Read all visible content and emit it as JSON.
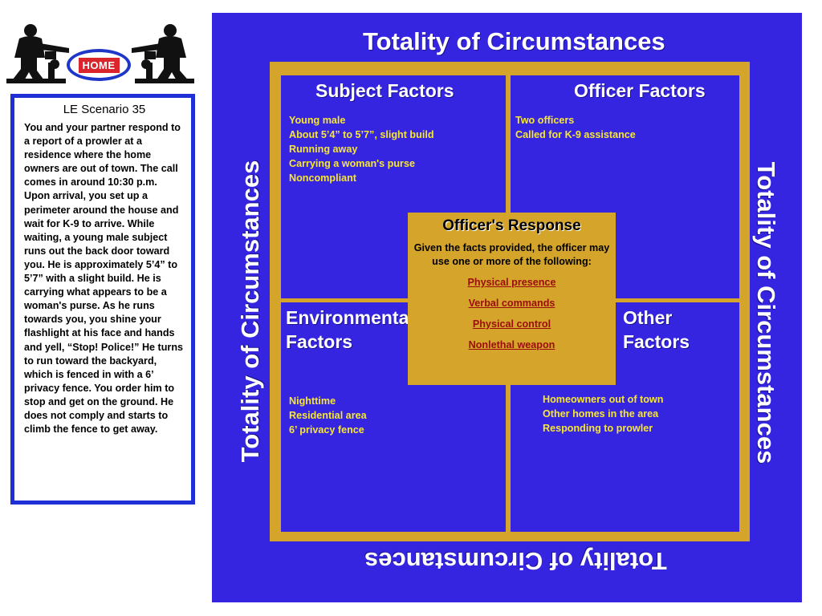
{
  "header": {
    "home_label": "HOME"
  },
  "scenario": {
    "title": "LE Scenario 35",
    "text": "You and your partner respond to a report of a prowler at a residence where the home owners are out of town. The call comes in around 10:30 p.m. Upon arrival, you set up a perimeter around the house and wait for K-9 to arrive. While waiting, a young male subject runs out the back door toward you. He is approximately 5’4” to 5’7” with a slight build. He is carrying what appears to be a woman's purse. As he runs towards you, you shine your flashlight at his face and hands and yell, “Stop! Police!” He turns to run toward the backyard, which is fenced in with a 6’ privacy fence. You order him to stop and get on the ground. He does not comply and starts to climb the fence to get away."
  },
  "diagram": {
    "outer_title_top": "Totality of Circumstances",
    "outer_title_bottom": "Totality of Circumstances",
    "outer_title_left": "Totality of Circumstances",
    "outer_title_right": "Totality of Circumstances",
    "subject_factors": {
      "title": "Subject Factors",
      "items": [
        "Young male",
        "About 5’4” to 5’7”, slight build",
        "Running away",
        "Carrying a woman's purse",
        "Noncompliant"
      ]
    },
    "officer_factors": {
      "title": "Officer Factors",
      "items": [
        "Two officers",
        "Called for K-9 assistance"
      ]
    },
    "environmental_factors": {
      "title_line1": "Environmental",
      "title_line2": "Factors",
      "items": [
        "Nighttime",
        "Residential area",
        "6’ privacy fence"
      ]
    },
    "other_factors": {
      "title": "Other Factors",
      "items": [
        "Homeowners out of town",
        "Other homes in the area",
        "Responding to prowler"
      ]
    },
    "response": {
      "title": "Officer's Response",
      "description": "Given the facts provided, the officer may use one or more of the following:",
      "options": [
        "Physical presence",
        "Verbal commands",
        "Physical control",
        "Nonlethal weapon"
      ]
    }
  },
  "colors": {
    "board_blue": "#3525e0",
    "frame_gold": "#d4a52a",
    "list_yellow": "#f7e733",
    "link_red": "#9b0d0d",
    "panel_border": "#1f2fd6"
  }
}
